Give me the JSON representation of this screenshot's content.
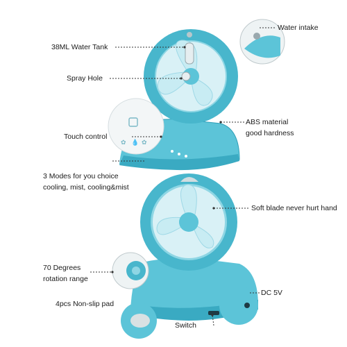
{
  "colors": {
    "body": "#5cc4d8",
    "body_dark": "#2f9fb8",
    "ring": "#48b6cc",
    "blade": "#c8ecf3",
    "leader": "#333333",
    "zoom_fill": "#eef3f4"
  },
  "labels": {
    "water_intake": "Water intake",
    "water_tank": "38ML Water Tank",
    "spray_hole": "Spray Hole",
    "abs_line1": "ABS material",
    "abs_line2": "good hardness",
    "touch_control": "Touch control",
    "modes_line1": "3 Modes for you choice",
    "modes_line2": "cooling, mist, cooling&mist",
    "soft_blade": "Soft blade never hurt hand",
    "rotation_line1": "70 Degrees",
    "rotation_line2": "rotation range",
    "dc": "DC 5V",
    "pad": "4pcs Non-slip pad",
    "switch": "Switch"
  }
}
